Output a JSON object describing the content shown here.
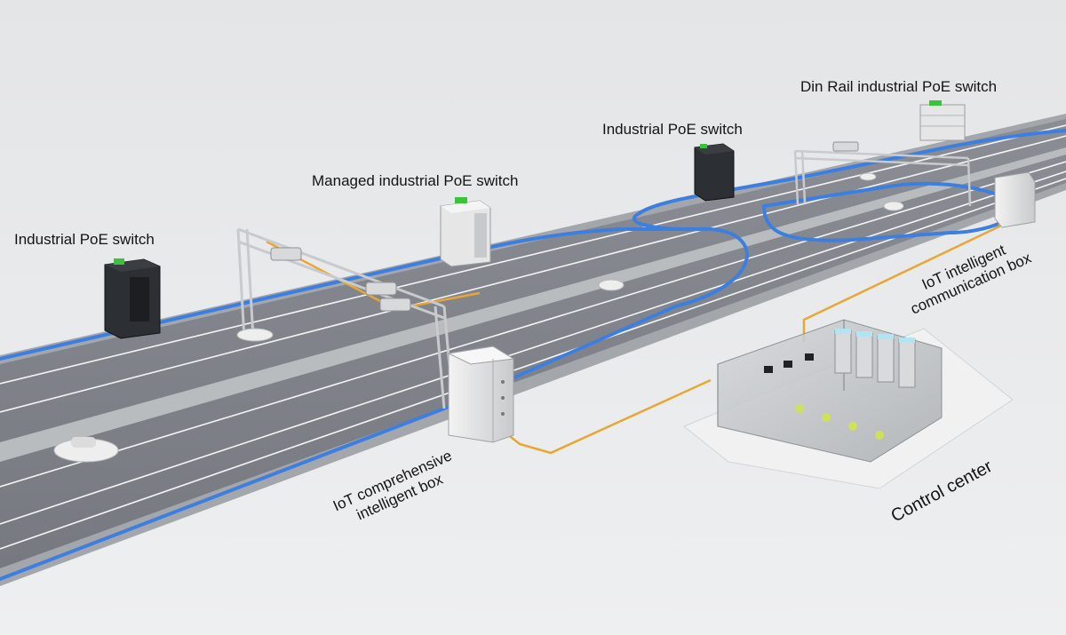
{
  "labels": {
    "ind_poe_left": "Industrial PoE switch",
    "managed_poe": "Managed industrial PoE switch",
    "ind_poe_mid": "Industrial PoE switch",
    "din_rail": "Din Rail industrial PoE switch",
    "iot_comm_line1": "IoT intelligent",
    "iot_comm_line2": "communication box",
    "iot_comp_line1": "IoT comprehensive",
    "iot_comp_line2": "intelligent box",
    "control_center": "Control center"
  },
  "colors": {
    "background": "#e9eaec",
    "road": "#7f8389",
    "shoulder": "#9a9ea3",
    "fiber": "#3d7fe0",
    "ethernet": "#e8a632",
    "lane_marking": "#f4f4f4"
  }
}
